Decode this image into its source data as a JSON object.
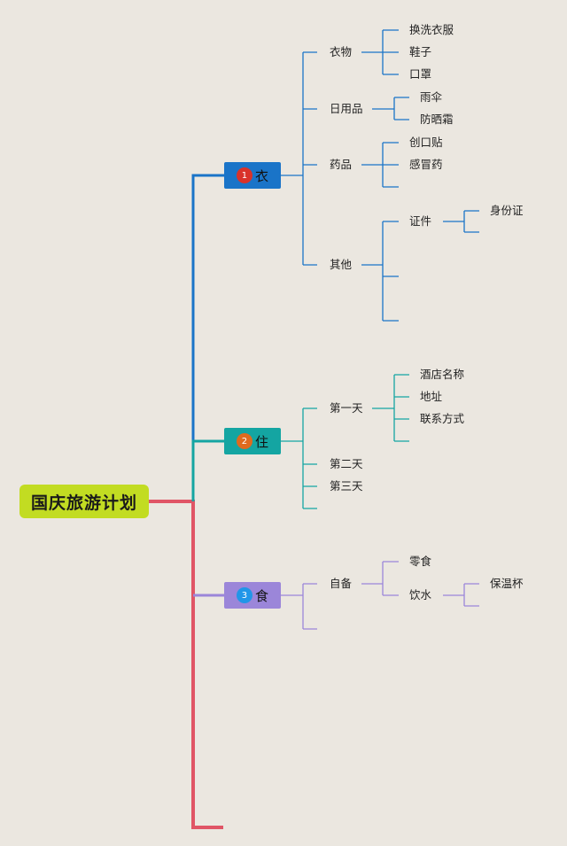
{
  "root": {
    "label": "国庆旅游计划"
  },
  "branches": [
    {
      "num": "1",
      "label": "衣",
      "children": [
        {
          "label": "衣物",
          "children": [
            "换洗衣服",
            "鞋子",
            "口罩"
          ]
        },
        {
          "label": "日用品",
          "children": [
            "雨伞",
            "防晒霜"
          ]
        },
        {
          "label": "药品",
          "children": [
            "创口贴",
            "感冒药",
            ""
          ]
        },
        {
          "label": "其他",
          "children": [
            "证件",
            "",
            ""
          ],
          "grandchildren": [
            "身份证",
            ""
          ]
        }
      ]
    },
    {
      "num": "2",
      "label": "住",
      "children": [
        {
          "label": "第一天",
          "children": [
            "酒店名称",
            "地址",
            "联系方式",
            ""
          ]
        },
        {
          "label": "第二天"
        },
        {
          "label": "第三天"
        }
      ]
    },
    {
      "num": "3",
      "label": "食",
      "children": [
        {
          "label": "自备",
          "children": [
            "零食",
            "饮水"
          ],
          "grandchildren": [
            "保温杯",
            ""
          ]
        }
      ]
    }
  ],
  "colors": {
    "root": "#c2dc22",
    "trunk": "#e05566",
    "branch_1": "#1a74c8",
    "branch_2": "#14a5a2",
    "branch_3": "#9b86d9",
    "badge_1": "#d9322a",
    "badge_2": "#e06a1e",
    "badge_3": "#2196e8"
  }
}
